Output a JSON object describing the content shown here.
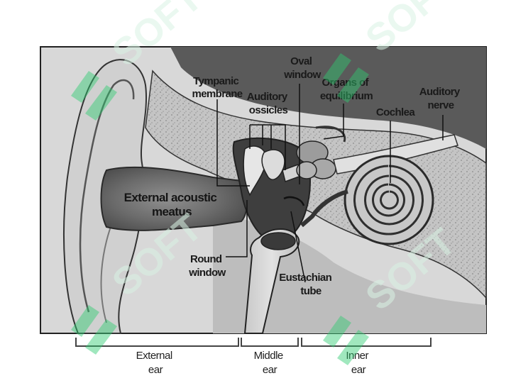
{
  "labels": {
    "tympanic_membrane": [
      "Tympanic",
      "membrane"
    ],
    "auditory_ossicles": [
      "Auditory",
      "ossicles"
    ],
    "oval_window": [
      "Oval",
      "window"
    ],
    "organs_of_equilibrium": [
      "Organs of",
      "equilibrium"
    ],
    "auditory_nerve": [
      "Auditory",
      "nerve"
    ],
    "cochlea": "Cochlea",
    "external_acoustic_meatus": [
      "External acoustic",
      "meatus"
    ],
    "round_window": [
      "Round",
      "window"
    ],
    "eustachian_tube": [
      "Eustachian",
      "tube"
    ]
  },
  "regions": {
    "external_ear": [
      "External",
      "ear"
    ],
    "middle_ear": [
      "Middle",
      "ear"
    ],
    "inner_ear": [
      "Inner",
      "ear"
    ]
  },
  "watermark": {
    "text": "SOFT",
    "color": "#2ecc71"
  },
  "colors": {
    "bone": "#b9b9b9",
    "skin": "#cfcfcf",
    "cavity": "#4a4a4a",
    "dark": "#2b2b2b",
    "outline": "#222222"
  }
}
